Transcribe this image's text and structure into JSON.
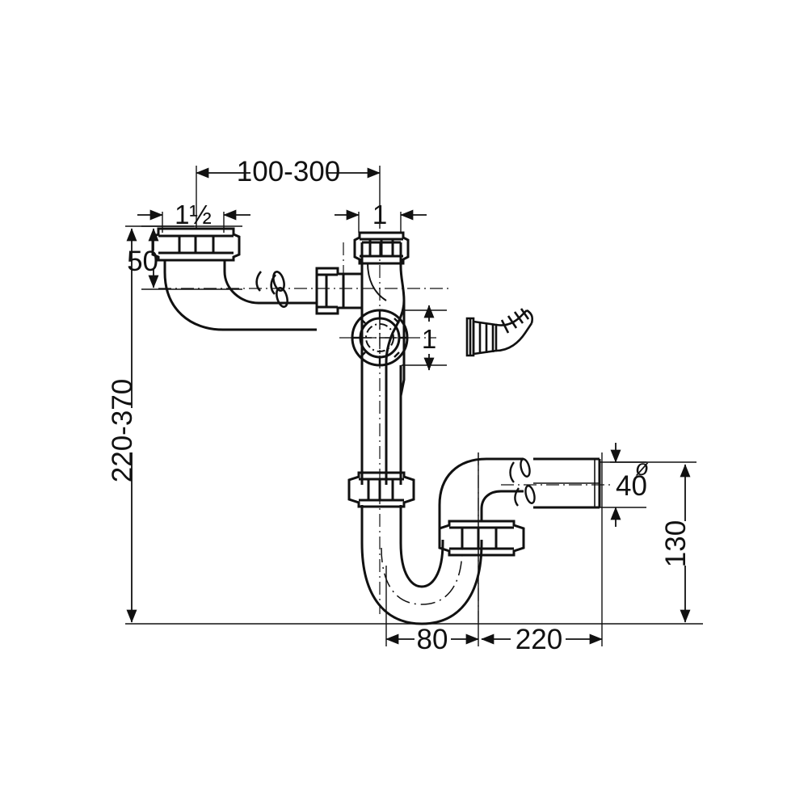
{
  "drawing": {
    "title": "Sink trap technical dimension drawing",
    "type": "engineering-line-drawing",
    "background_color": "#ffffff",
    "line_color": "#111111"
  },
  "dimensions": {
    "horizontal_top": {
      "label": "100-300",
      "name": "inlet-to-outlet-horizontal-offset",
      "unit": "mm"
    },
    "inlet_thread": {
      "label": "1½",
      "name": "inlet-thread-size",
      "unit": "inch"
    },
    "tee_thread": {
      "label": "1",
      "name": "tee-top-thread-size",
      "unit": "inch"
    },
    "branch_thread": {
      "label": "1",
      "name": "tee-branch-thread-size",
      "unit": "inch"
    },
    "inlet_drop": {
      "label": "50",
      "name": "inlet-flange-drop-height",
      "unit": "mm"
    },
    "total_height": {
      "label": "220-370",
      "name": "overall-adjustable-height",
      "unit": "mm"
    },
    "outlet_diameter": {
      "label": "40",
      "symbol": "ø",
      "name": "outlet-pipe-diameter",
      "unit": "mm"
    },
    "outlet_height": {
      "label": "130",
      "name": "outlet-centre-height-from-base",
      "unit": "mm"
    },
    "trap_width": {
      "label": "80",
      "name": "trap-bend-width",
      "unit": "mm"
    },
    "outlet_run": {
      "label": "220",
      "name": "outlet-horizontal-run",
      "unit": "mm"
    }
  },
  "components": {
    "inlet_flange": "inlet-flange-nut",
    "inlet_elbow": "inlet-elbow-pipe",
    "horizontal_pipe": "horizontal-inlet-pipe",
    "union_nut": "union-coupling-nut",
    "tee_body": "tee-junction-body",
    "tee_top_nut": "tee-top-coupling-nut",
    "branch_cap": "branch-blanking-cap",
    "downpipe": "vertical-downpipe",
    "downpipe_nut": "downpipe-coupling-nut",
    "trap_bend": "p-trap-u-bend",
    "trap_nut": "trap-coupling-nut",
    "outlet_pipe": "outlet-pipe",
    "hose_barb": "hose-barb-elbow-connector"
  }
}
